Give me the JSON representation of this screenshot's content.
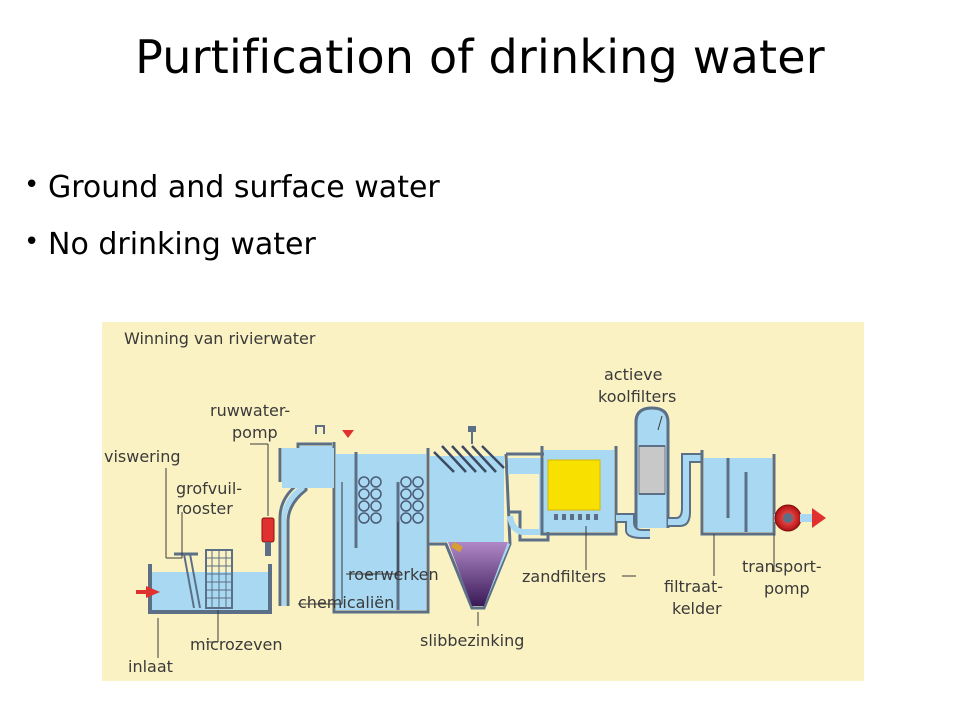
{
  "slide": {
    "title": "Purtification of drinking water",
    "bullets": [
      "Ground and surface water",
      "No drinking water"
    ]
  },
  "diagram": {
    "heading": "Winning van rivierwater",
    "labels": {
      "viswering": "viswering",
      "grofvuil_1": "grofvuil-",
      "grofvuil_2": "rooster",
      "ruwwater_1": "ruwwater-",
      "ruwwater_2": "pomp",
      "inlaat": "inlaat",
      "microzeven": "microzeven",
      "chemicalien": "chemicaliën",
      "roerwerken": "roerwerken",
      "slibbezinking": "slibbezinking",
      "zandfilters": "zandfilters",
      "actieve_1": "actieve",
      "actieve_2": "koolfilters",
      "filtraat_1": "filtraat-",
      "filtraat_2": "kelder",
      "transport_1": "transport-",
      "transport_2": "pomp"
    },
    "colors": {
      "background": "#fbf2c4",
      "water": "#a8d8f2",
      "wall": "#5b6f86",
      "arrow": "#e03030",
      "sand": "#f8e000",
      "carbon": "#c8c8c8",
      "sludge": "#6a3a86"
    }
  }
}
